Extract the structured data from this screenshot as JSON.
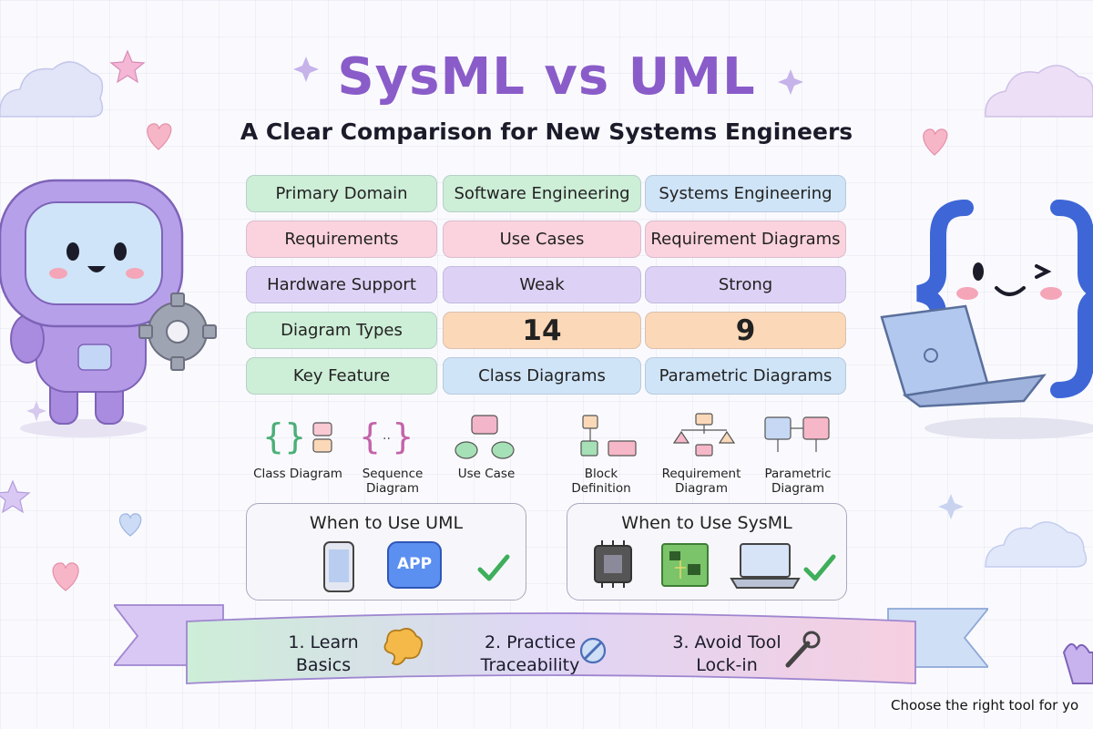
{
  "title": "SysML vs UML",
  "subtitle": "A Clear Comparison for New Systems Engineers",
  "table": {
    "rows": [
      {
        "label": "Primary Domain",
        "uml": "Software Engineering",
        "sysml": "Systems Engineering"
      },
      {
        "label": "Requirements",
        "uml": "Use Cases",
        "sysml": "Requirement Diagrams"
      },
      {
        "label": "Hardware Support",
        "uml": "Weak",
        "sysml": "Strong"
      },
      {
        "label": "Diagram Types",
        "uml": "14",
        "sysml": "9"
      },
      {
        "label": "Key Feature",
        "uml": "Class Diagrams",
        "sysml": "Parametric Diagrams"
      }
    ]
  },
  "diagrams": {
    "uml": [
      "Class Diagram",
      "Sequence Diagram",
      "Use Case"
    ],
    "sysml": [
      "Block Definition",
      "Requirement Diagram",
      "Parametric Diagram"
    ]
  },
  "when_uml": {
    "title": "When to Use UML",
    "app_label": "APP",
    "icons": [
      "smartphone-icon",
      "app-icon",
      "check-icon"
    ]
  },
  "when_sysml": {
    "title": "When to Use SysML",
    "icons": [
      "chip-icon",
      "circuit-board-icon",
      "laptop-icon",
      "check-icon"
    ]
  },
  "steps": [
    {
      "line1": "1. Learn",
      "line2": "Basics",
      "icon": "brain-icon"
    },
    {
      "line1": "2. Practice",
      "line2": "Traceability",
      "icon": "link-icon"
    },
    {
      "line1": "3. Avoid Tool",
      "line2": "Lock-in",
      "icon": "wrench-icon"
    }
  ],
  "footer": "Choose the right tool for yo",
  "colors": {
    "title": "#8a5cc9",
    "green": "#cdeed7",
    "pink": "#fbd3de",
    "purple": "#ddd2f5",
    "orange": "#fbd8b8",
    "blue": "#cfe4f7",
    "check": "#3fae5b"
  }
}
